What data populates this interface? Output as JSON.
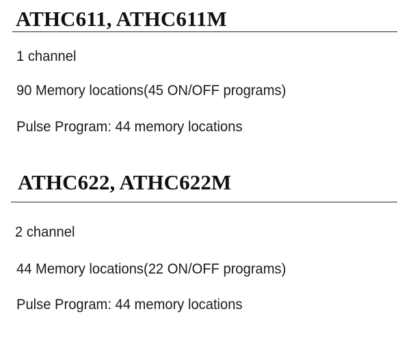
{
  "sections": [
    {
      "heading": "ATHC611, ATHC611M",
      "lines": [
        "1 channel",
        "90 Memory locations(45 ON/OFF programs)",
        "Pulse Program: 44 memory locations"
      ]
    },
    {
      "heading": "ATHC622, ATHC622M",
      "lines": [
        "2 channel",
        "44 Memory locations(22 ON/OFF programs)",
        "Pulse Program: 44 memory locations"
      ]
    }
  ]
}
